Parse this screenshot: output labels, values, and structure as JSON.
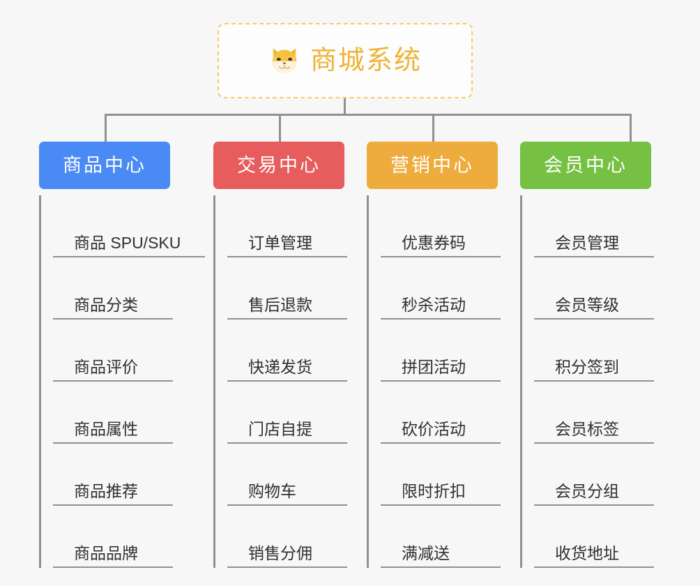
{
  "root": {
    "title": "商城系统",
    "icon": "shiba-dog-icon",
    "border_color": "#f6c96a",
    "text_color": "#efb338"
  },
  "background_color": "#f7f7f7",
  "connector_color": "#909090",
  "categories": [
    {
      "label": "商品中心",
      "color": "#4a8af4",
      "items": [
        {
          "label": "商品 SPU/SKU",
          "wide": true
        },
        {
          "label": "商品分类",
          "wide": false
        },
        {
          "label": "商品评价",
          "wide": false
        },
        {
          "label": "商品属性",
          "wide": false
        },
        {
          "label": "商品推荐",
          "wide": false
        },
        {
          "label": "商品品牌",
          "wide": false
        }
      ]
    },
    {
      "label": "交易中心",
      "color": "#e75c5c",
      "items": [
        {
          "label": "订单管理",
          "wide": false
        },
        {
          "label": "售后退款",
          "wide": false
        },
        {
          "label": "快递发货",
          "wide": false
        },
        {
          "label": "门店自提",
          "wide": false
        },
        {
          "label": "购物车",
          "wide": false
        },
        {
          "label": "销售分佣",
          "wide": false
        }
      ]
    },
    {
      "label": "营销中心",
      "color": "#eeac3e",
      "items": [
        {
          "label": "优惠券码",
          "wide": false
        },
        {
          "label": "秒杀活动",
          "wide": false
        },
        {
          "label": "拼团活动",
          "wide": false
        },
        {
          "label": "砍价活动",
          "wide": false
        },
        {
          "label": "限时折扣",
          "wide": false
        },
        {
          "label": "满减送",
          "wide": false
        }
      ]
    },
    {
      "label": "会员中心",
      "color": "#76c043",
      "items": [
        {
          "label": "会员管理",
          "wide": false
        },
        {
          "label": "会员等级",
          "wide": false
        },
        {
          "label": "积分签到",
          "wide": false
        },
        {
          "label": "会员标签",
          "wide": false
        },
        {
          "label": "会员分组",
          "wide": false
        },
        {
          "label": "收货地址",
          "wide": false
        }
      ]
    }
  ]
}
